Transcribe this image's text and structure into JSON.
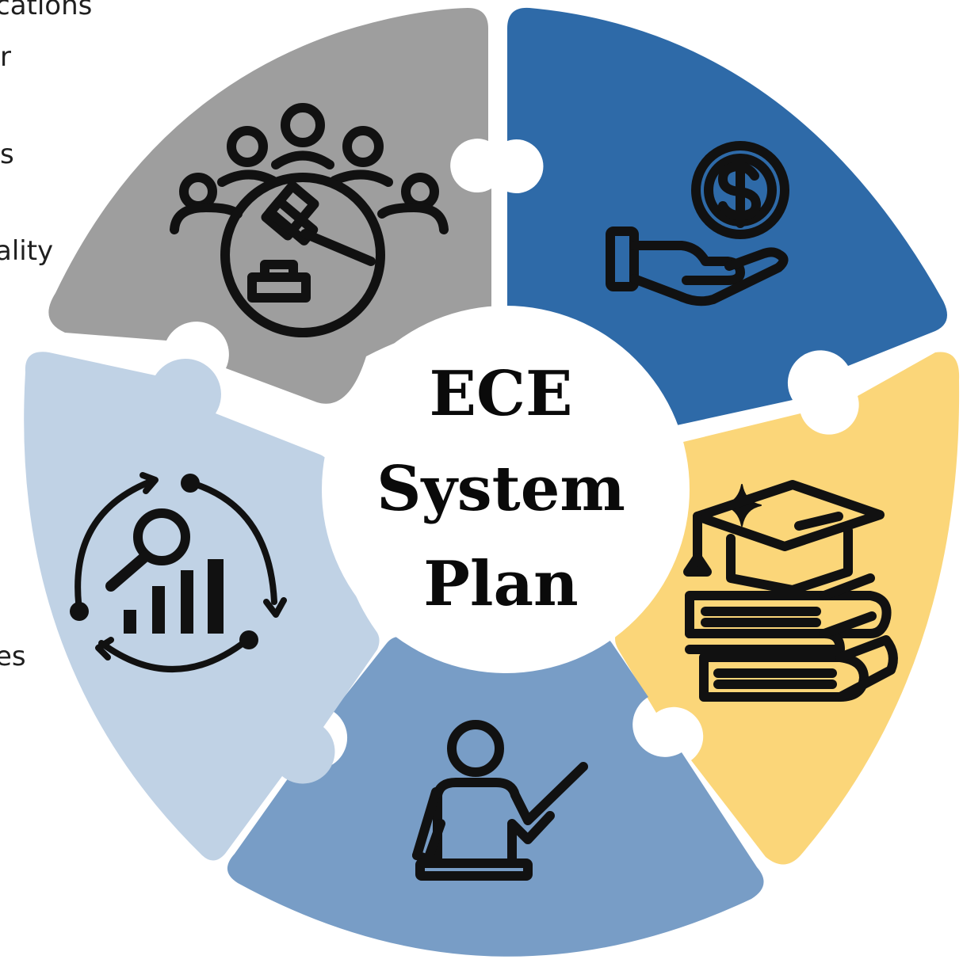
{
  "edge_text": [
    "cations",
    "r",
    "s",
    "ality",
    "es"
  ],
  "center": {
    "line1": "ECE",
    "line2": "System",
    "line3": "Plan"
  },
  "segments": [
    {
      "icon": "governance-gavel-icon",
      "color": "#9e9e9e"
    },
    {
      "icon": "finance-dollar-hand-icon",
      "color": "#2e6aa8"
    },
    {
      "icon": "education-graduation-books-icon",
      "color": "#fbd679"
    },
    {
      "icon": "teacher-presenting-icon",
      "color": "#789dc6"
    },
    {
      "icon": "data-analysis-cycle-icon",
      "color": "#c0d2e5"
    }
  ]
}
